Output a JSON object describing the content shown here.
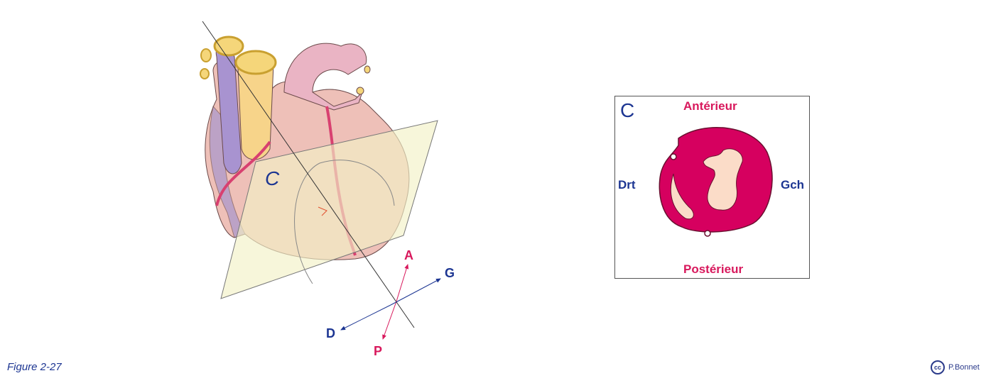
{
  "figure": {
    "caption": "Figure 2-27",
    "plane_label": "C",
    "axes": {
      "anterior": "A",
      "posterior": "P",
      "left": "G",
      "right": "D"
    }
  },
  "section_panel": {
    "title": "C",
    "top": "Antérieur",
    "bottom": "Postérieur",
    "left": "Drt",
    "right": "Gch"
  },
  "credit": {
    "license_icon": "cc",
    "author": "P.Bonnet"
  },
  "colors": {
    "magenta": "#d6005f",
    "navy": "#1c3592",
    "plane": "#f2f1c6",
    "tissue": "#fbdcc8"
  }
}
